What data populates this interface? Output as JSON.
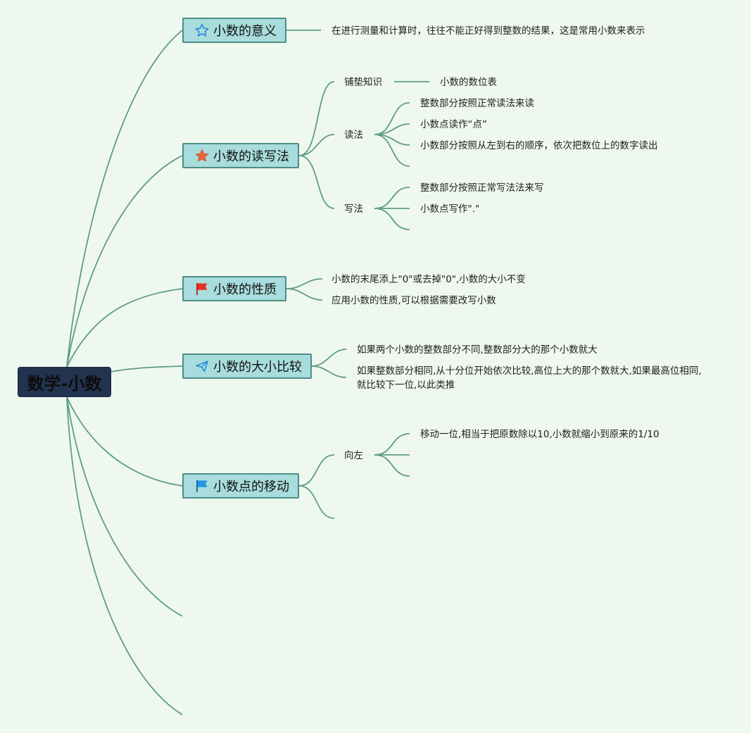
{
  "root": "数学-小数",
  "colors": {
    "background": "#eff8ef",
    "link": "#5e9c86",
    "topic_fill": "#a9dcdc",
    "topic_border": "#4b8f86",
    "root_fill": "#22334f"
  },
  "topics": {
    "meaning": {
      "label": "小数的意义",
      "icon": "star-outline-icon",
      "desc": "在进行测量和计算时，往往不能正好得到整数的结果，这是常用小数来表示"
    },
    "read_write": {
      "label": "小数的读写法",
      "icon": "star-filled-icon",
      "background": {
        "label": "铺垫知识",
        "child": "小数的数位表"
      },
      "read": {
        "label": "读法",
        "items": [
          "整数部分按照正常读法来读",
          "小数点读作“点”",
          "小数部分按照从左到右的顺序，依次把数位上的数字读出"
        ]
      },
      "write": {
        "label": "写法",
        "items": [
          "整数部分按照正常写法法来写",
          "小数点写作\".\""
        ]
      }
    },
    "property": {
      "label": "小数的性质",
      "icon": "red-flag-icon",
      "items": [
        "小数的末尾添上\"0\"或去掉\"0\",小数的大小不变",
        "应用小数的性质,可以根据需要改写小数"
      ]
    },
    "compare": {
      "label": "小数的大小比较",
      "icon": "paper-plane-icon",
      "items": [
        "如果两个小数的整数部分不同,整数部分大的那个小数就大",
        "如果整数部分相同,从十分位开始依次比较,高位上大的那个数就大,如果最高位相同,就比较下一位,以此类推"
      ]
    },
    "move": {
      "label": "小数点的移动",
      "icon": "blue-flag-icon",
      "left": {
        "label": "向左",
        "items": [
          "移动一位,相当于把原数除以10,小数就缩小到原来的1/10"
        ]
      }
    }
  }
}
